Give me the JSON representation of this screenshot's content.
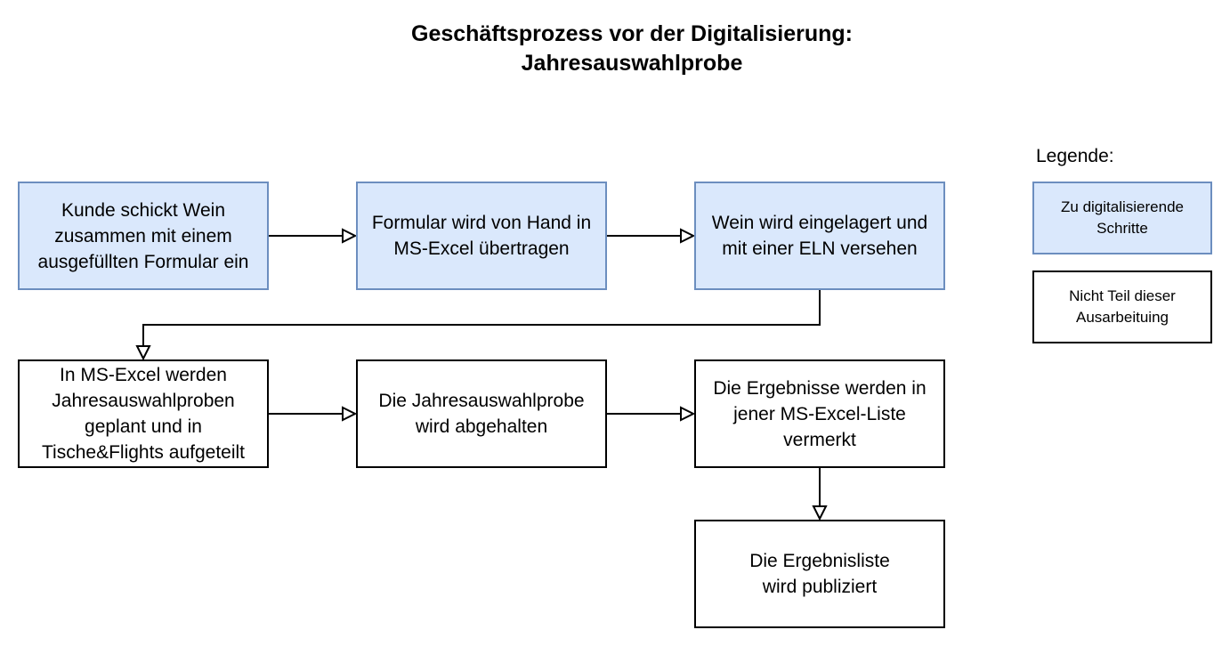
{
  "title": {
    "line1": "Geschäftsprozess vor der Digitalisierung:",
    "line2": "Jahresauswahlprobe"
  },
  "colors": {
    "digital_fill": "#dae8fc",
    "digital_border": "#6c8ebf",
    "plain_fill": "#ffffff",
    "plain_border": "#000000"
  },
  "steps": [
    {
      "id": "kunde",
      "text": "Kunde schickt Wein zusammen mit einem ausgefüllten Formular ein",
      "category": "digital"
    },
    {
      "id": "formular",
      "text": "Formular wird von Hand in MS-Excel übertragen",
      "category": "digital"
    },
    {
      "id": "einlagern",
      "text": "Wein wird eingelagert und mit einer ELN versehen",
      "category": "digital"
    },
    {
      "id": "planung",
      "text": "In MS-Excel werden Jahresauswahlproben geplant und in Tische&Flights aufgeteilt",
      "category": "plain"
    },
    {
      "id": "abhaltung",
      "text": "Die Jahresauswahlprobe wird abgehalten",
      "category": "plain"
    },
    {
      "id": "ergebnisse",
      "text": "Die Ergebnisse werden in jener MS-Excel-Liste vermerkt",
      "category": "plain"
    },
    {
      "id": "publikation",
      "text": "Die Ergebnisliste wird publiziert",
      "category": "plain"
    }
  ],
  "edges": [
    {
      "from": "kunde",
      "to": "formular"
    },
    {
      "from": "formular",
      "to": "einlagern"
    },
    {
      "from": "einlagern",
      "to": "planung"
    },
    {
      "from": "planung",
      "to": "abhaltung"
    },
    {
      "from": "abhaltung",
      "to": "ergebnisse"
    },
    {
      "from": "ergebnisse",
      "to": "publikation"
    }
  ],
  "legend": {
    "title": "Legende:",
    "digital": "Zu digitalisierende Schritte",
    "plain": "Nicht Teil dieser Ausarbeituing"
  }
}
